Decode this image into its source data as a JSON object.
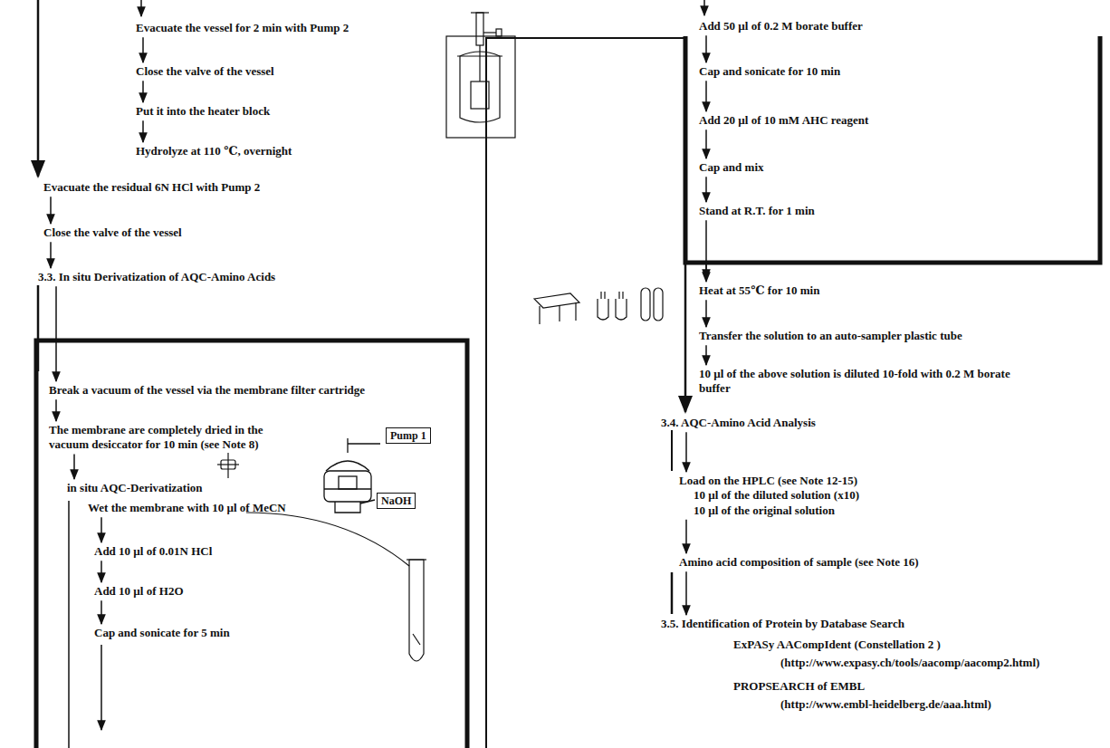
{
  "diagram": {
    "nodes": [
      {
        "text": [
          "Evacuate the vessel for 2 min with Pump 2"
        ]
      },
      {
        "text": [
          "Close the valve of the vessel"
        ]
      },
      {
        "text": [
          "Put it into the heater block"
        ]
      },
      {
        "text": [
          "Hydrolyze at 110 ℃, overnight"
        ]
      },
      {
        "text": [
          "Evacuate the residual 6N HCl with Pump 2"
        ]
      },
      {
        "text": [
          "Close the valve of the vessel"
        ]
      },
      {
        "text": [
          "3.3. In situ Derivatization of AQC-Amino Acids"
        ]
      },
      {
        "text": [
          "Break a vacuum of the vessel via the membrane filter cartridge"
        ]
      },
      {
        "text": [
          "The membrane are completely dried in the vacuum desiccator for 10 min (see Note 8)"
        ]
      },
      {
        "text": [
          "in situ AQC-Derivatization"
        ]
      },
      {
        "text": [
          "Wet the membrane with 10 µl of MeCN"
        ]
      },
      {
        "text": [
          "Add 10 µl of 0.01N HCl"
        ]
      },
      {
        "text": [
          "Add 10 µl of H2O"
        ]
      },
      {
        "text": [
          "Cap and sonicate for 5 min"
        ]
      },
      {
        "text": [
          "Add 50 µl of 0.2 M borate buffer"
        ]
      },
      {
        "text": [
          "Cap and sonicate for 10 min"
        ]
      },
      {
        "text": [
          "Add 20 µl of 10 mM AHC reagent"
        ]
      },
      {
        "text": [
          "Cap and mix"
        ]
      },
      {
        "text": [
          "Stand at R.T. for 1 min"
        ]
      },
      {
        "text": [
          "Heat at 55℃ for 10 min"
        ]
      },
      {
        "text": [
          "Transfer the solution to an auto-sampler plastic tube"
        ]
      },
      {
        "text": [
          "10 µl of the above solution is diluted 10-fold with 0.2 M borate buffer"
        ]
      },
      {
        "text": [
          "3.4. AQC-Amino Acid Analysis"
        ]
      },
      {
        "text": [
          "Load on the HPLC (see Note 12-15)",
          "10 µl of the diluted solution (x10)",
          "10 µl of the original solution"
        ]
      },
      {
        "text": [
          "Amino acid composition of sample (see Note 16)"
        ]
      },
      {
        "text": [
          "3.5. Identification of Protein by Database Search"
        ]
      }
    ],
    "edges": [
      {
        "from": 0,
        "to": 1,
        "arrow": "to"
      },
      {
        "from": 1,
        "to": 2,
        "arrow": "to"
      },
      {
        "from": 2,
        "to": 3,
        "arrow": "to"
      },
      {
        "from": 4,
        "to": 5,
        "arrow": "to"
      },
      {
        "from": 5,
        "to": 6,
        "arrow": "to"
      },
      {
        "from": 6,
        "to": 7,
        "arrow": "to"
      },
      {
        "from": 7,
        "to": 8,
        "arrow": "to"
      },
      {
        "from": 8,
        "to": 9,
        "arrow": "to"
      },
      {
        "from": 10,
        "to": 11,
        "arrow": "to"
      },
      {
        "from": 11,
        "to": 12,
        "arrow": "to"
      },
      {
        "from": 12,
        "to": 13,
        "arrow": "to"
      },
      {
        "from": 14,
        "to": 15,
        "arrow": "to"
      },
      {
        "from": 15,
        "to": 16,
        "arrow": "to"
      },
      {
        "from": 16,
        "to": 17,
        "arrow": "to"
      },
      {
        "from": 17,
        "to": 18,
        "arrow": "to"
      },
      {
        "from": 18,
        "to": 19,
        "arrow": "to"
      },
      {
        "from": 19,
        "to": 20,
        "arrow": "to"
      },
      {
        "from": 20,
        "to": 21,
        "arrow": "to"
      },
      {
        "from": 22,
        "to": 23,
        "arrow": "to"
      },
      {
        "from": 23,
        "to": 24,
        "arrow": "to"
      },
      {
        "from": 24,
        "to": 25,
        "arrow": "to"
      }
    ],
    "labels": [
      "Pump 1",
      "NaOH",
      "ExPASy AACompIdent (Constellation 2 )",
      "(http://www.expasy.ch/tools/aacomp/aacomp2.html)",
      "PROPSEARCH of EMBL",
      "(http://www.embl-heidelberg.de/aaa.html)"
    ]
  }
}
